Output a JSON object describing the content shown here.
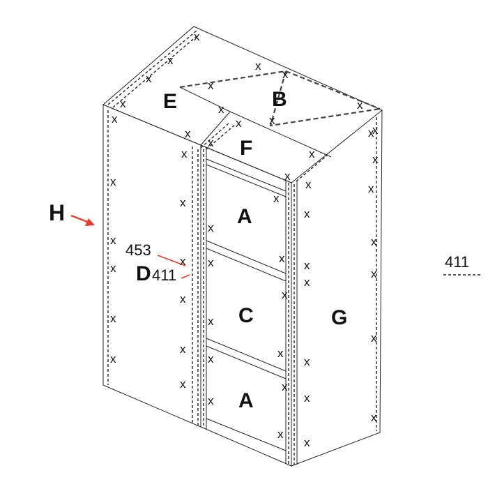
{
  "panels": {
    "A_top": "A",
    "A_bottom": "A",
    "B": "B",
    "C": "C",
    "D": "D",
    "E": "E",
    "F": "F",
    "G": "G",
    "H": "H"
  },
  "callouts": {
    "c453": "453",
    "c411": "411"
  },
  "legend": {
    "label": "411"
  },
  "mark_glyph": "x",
  "colors": {
    "arrow": "#e53b2c",
    "line": "#222222"
  }
}
